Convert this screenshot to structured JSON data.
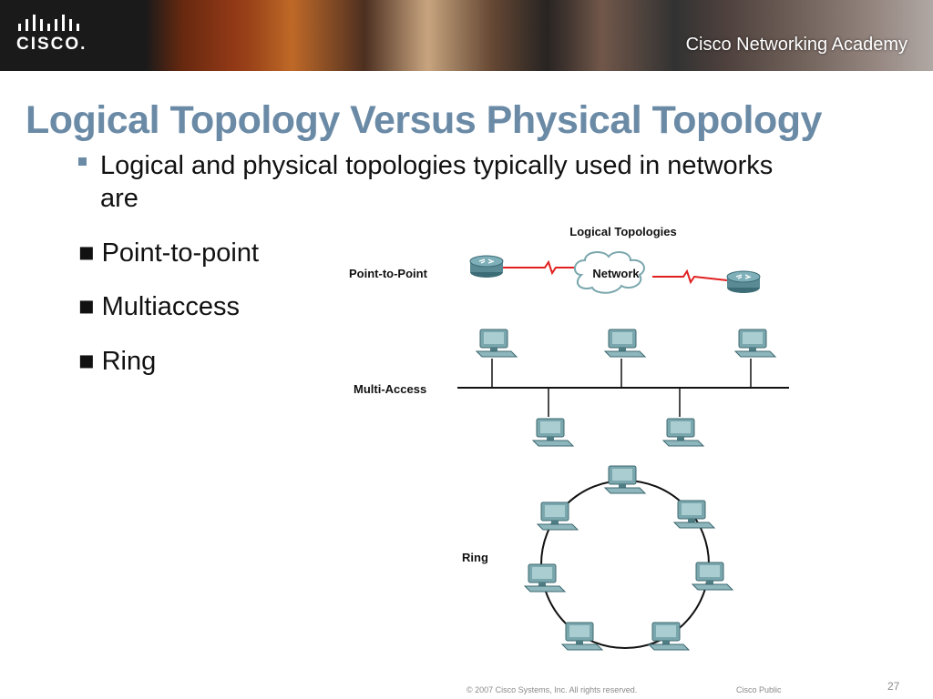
{
  "header": {
    "logo_text": "CISCO.",
    "academy_text": "Cisco Networking Academy"
  },
  "slide": {
    "title": "Logical Topology Versus Physical Topology",
    "bullet": "Logical and physical topologies typically used in networks are",
    "sub_bullets": [
      "■ Point-to-point",
      "■ Multiaccess",
      "■ Ring"
    ]
  },
  "diagram": {
    "title": "Logical Topologies",
    "point_to_point_label": "Point-to-Point",
    "network_label": "Network",
    "multi_access_label": "Multi-Access",
    "ring_label": "Ring"
  },
  "footer": {
    "copyright": "© 2007 Cisco Systems, Inc. All rights reserved.",
    "classification": "Cisco Public",
    "page_number": "27"
  },
  "colors": {
    "title": "#6a8aa6",
    "bullet_marker": "#6a8aa6",
    "serial_link": "#e02020",
    "router": "#5a8a94",
    "pc": "#7aa7ad",
    "cloud": "#ffffff"
  }
}
